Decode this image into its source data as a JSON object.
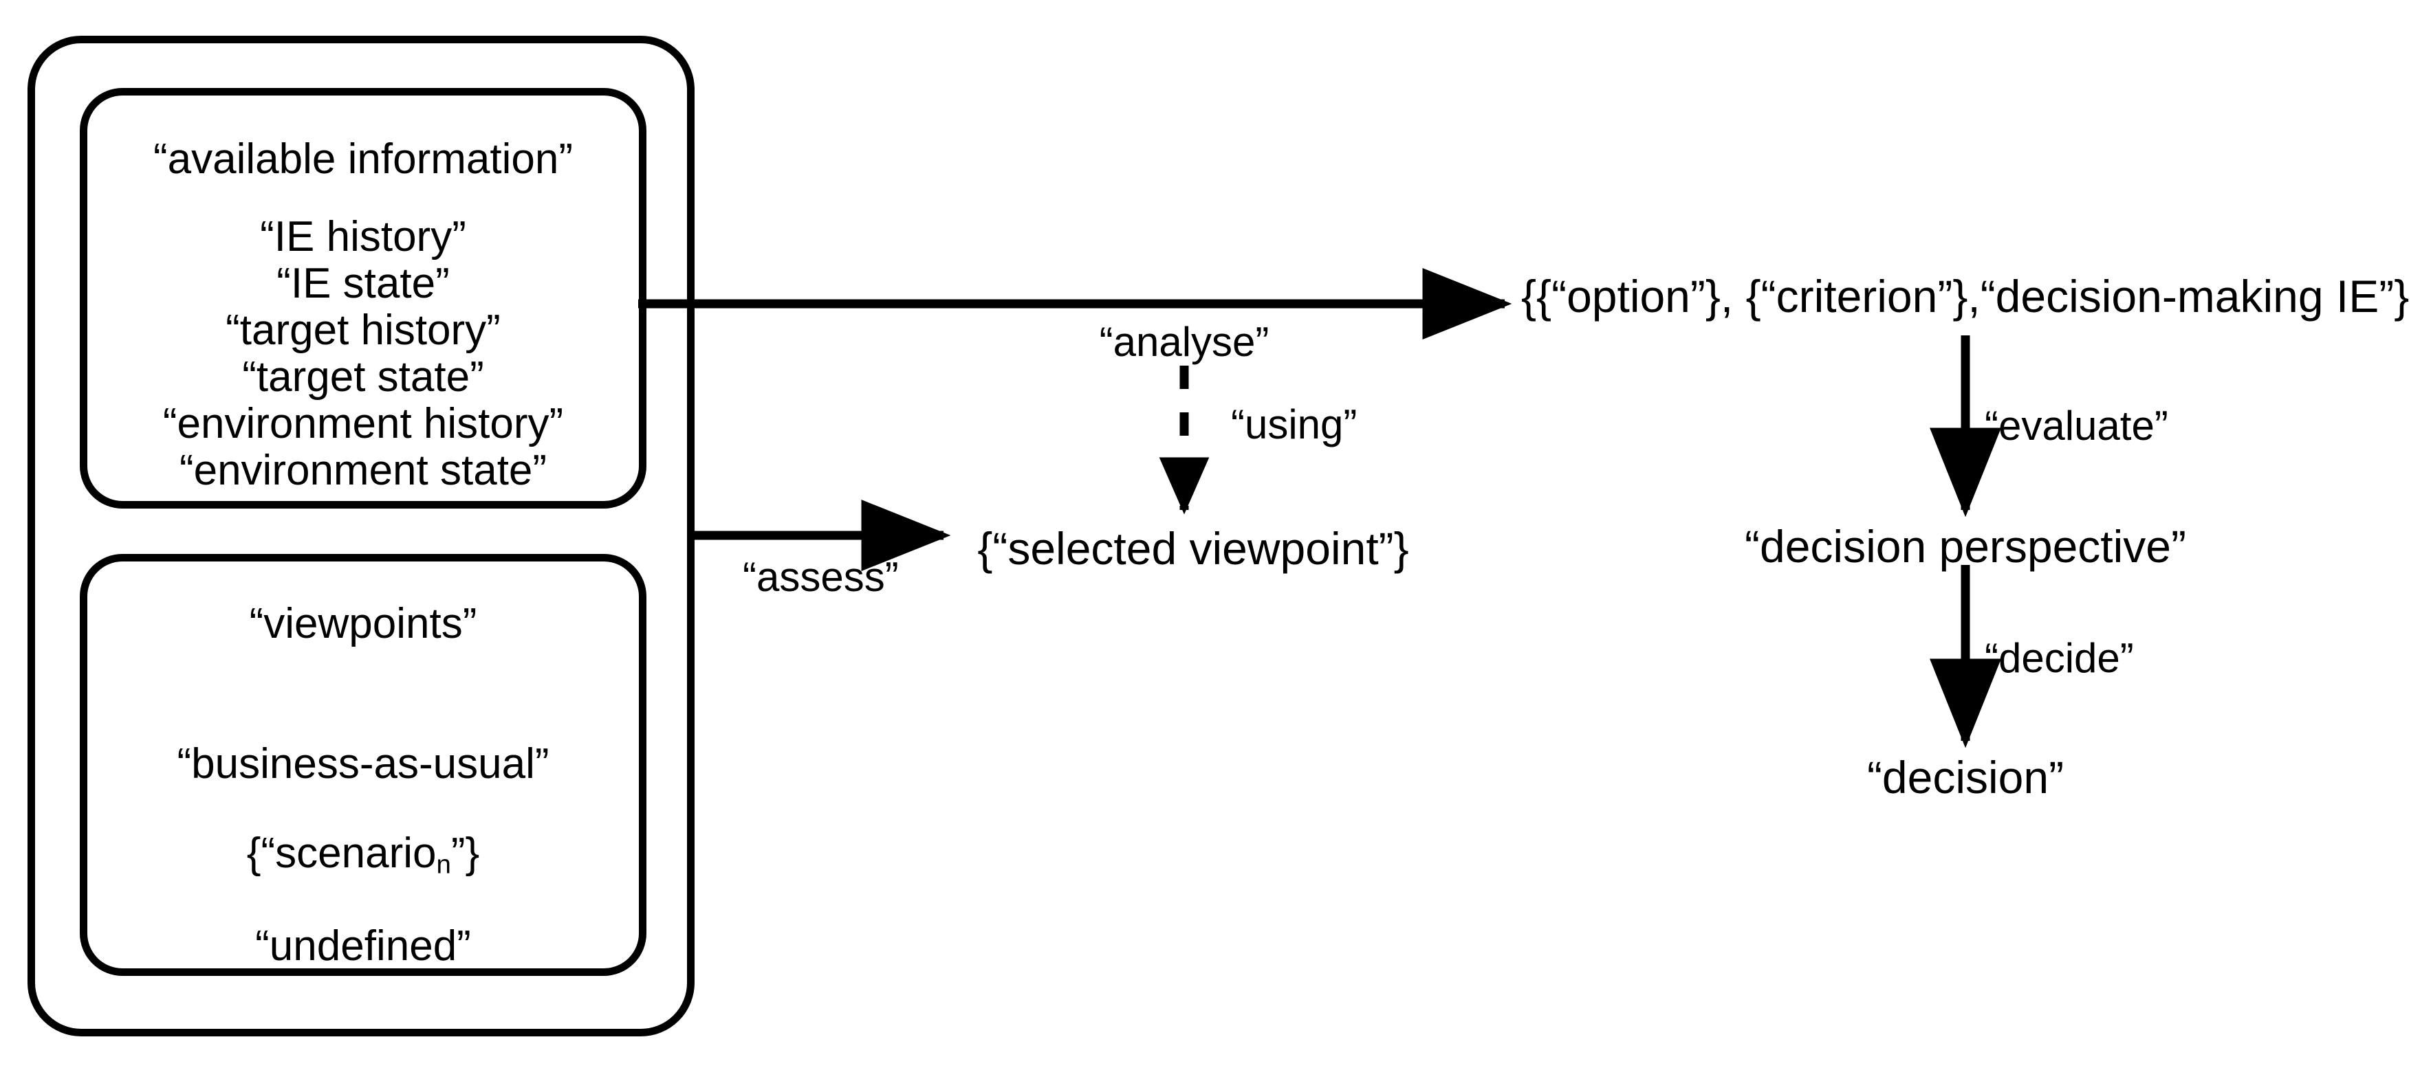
{
  "diagram": {
    "title": "decision-making process diagram",
    "stroke_color": "#000000",
    "background_color": "#ffffff"
  },
  "left_container": {
    "name": "outer-grouping-box",
    "available_information": {
      "title": "“available information”",
      "items": [
        "“IE history”",
        "“IE state”",
        "“target history”",
        "“target state”",
        "“environment history”",
        "“environment state”"
      ]
    },
    "viewpoints": {
      "title": "“viewpoints”",
      "items": [
        "“business-as-usual”",
        "{“scenario",
        "“undefined”"
      ],
      "scenario_prefix": "{“scenario",
      "scenario_subscript": "n",
      "scenario_suffix": "”}"
    }
  },
  "nodes": {
    "selected_viewpoint": "{“selected viewpoint”}",
    "option_criterion_ie": "{{“option”}, {“criterion”},“decision-making IE”}",
    "decision_perspective": "“decision perspective”",
    "decision": "“decision”"
  },
  "edges": {
    "analyse": "“analyse”",
    "assess": "“assess”",
    "using": "“using”",
    "evaluate": "“evaluate”",
    "decide": "“decide”"
  }
}
